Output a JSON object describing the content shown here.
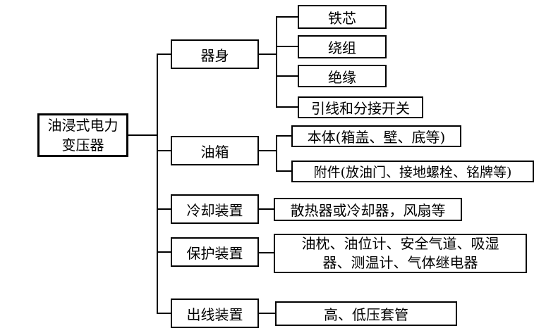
{
  "colors": {
    "line": "#000000",
    "background": "#ffffff",
    "text": "#000000"
  },
  "diagram": {
    "title_node": "油浸式电力变压器",
    "root": {
      "lines": [
        "油浸式电力",
        "变压器"
      ]
    },
    "branches": [
      {
        "label": "器身",
        "children": [
          "铁芯",
          "绕组",
          "绝缘",
          "引线和分接开关"
        ]
      },
      {
        "label": "油箱",
        "children": [
          "本体(箱盖、壁、底等)",
          "附件(放油门、接地螺栓、铭牌等)"
        ]
      },
      {
        "label": "冷却装置",
        "children": [
          "散热器或冷却器，风扇等"
        ]
      },
      {
        "label": "保护装置",
        "children_lines": [
          [
            "油枕、油位计、安全气道、吸湿",
            "器、测温计、气体继电器"
          ]
        ]
      },
      {
        "label": "出线装置",
        "children": [
          "高、低压套管"
        ]
      }
    ]
  }
}
